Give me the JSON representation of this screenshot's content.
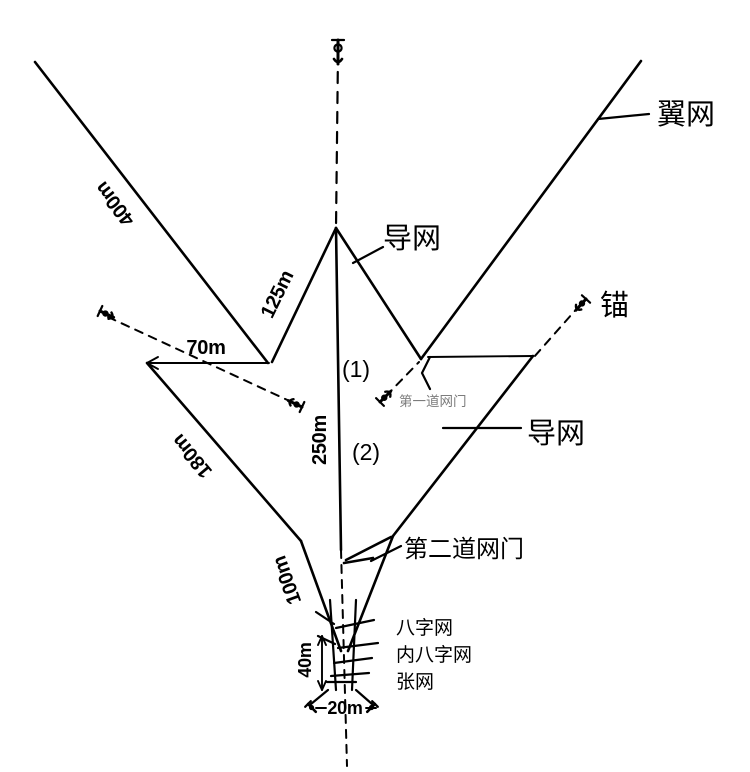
{
  "diagram": {
    "kind": "set-net fishing gear layout",
    "labels": {
      "wing_net": "翼网",
      "guide_net_top": "导网",
      "guide_net_right": "导网",
      "anchor": "锚",
      "first_gate": "第一道网门",
      "second_gate": "第二道网门",
      "figure_eight_net": "八字网",
      "inner_figure_eight_net": "内八字网",
      "stow_net": "张网",
      "zone_one": "(1)",
      "zone_two": "(2)"
    },
    "dimensions": {
      "left_wing": "400m",
      "guide_upper": "125m",
      "gate_gap": "70m",
      "left_guide": "180m",
      "centre_length": "250m",
      "funnel": "100m",
      "codend_height": "40m",
      "codend_width": "20m"
    },
    "colors": {
      "line": "#000000",
      "muted_label": "#7c7c7c",
      "background": "#ffffff"
    }
  }
}
